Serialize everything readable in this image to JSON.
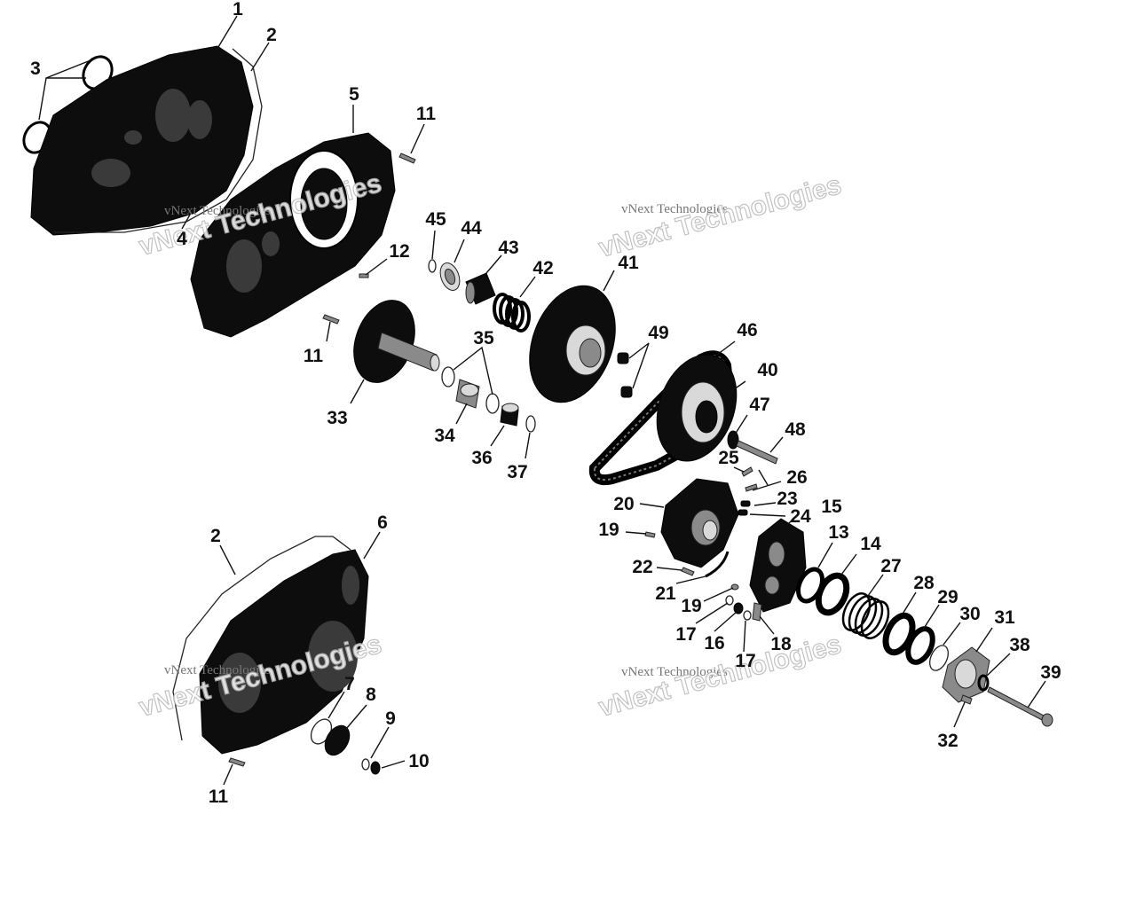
{
  "watermarks": [
    {
      "small": "vNext Technologies",
      "big": "vNext Technologies"
    },
    {
      "small": "vNext Technologies",
      "big": "vNext Technologies"
    },
    {
      "small": "vNext Technologies",
      "big": "vNext Technologies"
    },
    {
      "small": "vNext Technologies",
      "big": "vNext Technologies"
    }
  ],
  "callouts": {
    "c1": "1",
    "c2a": "2",
    "c2b": "2",
    "c3": "3",
    "c4": "4",
    "c5": "5",
    "c6": "6",
    "c7": "7",
    "c8": "8",
    "c9": "9",
    "c10": "10",
    "c11a": "11",
    "c11b": "11",
    "c11c": "11",
    "c12": "12",
    "c13": "13",
    "c14": "14",
    "c15": "15",
    "c16": "16",
    "c17a": "17",
    "c17b": "17",
    "c18": "18",
    "c19a": "19",
    "c19b": "19",
    "c20": "20",
    "c21": "21",
    "c22": "22",
    "c23": "23",
    "c24": "24",
    "c25": "25",
    "c26": "26",
    "c27": "27",
    "c28": "28",
    "c29": "29",
    "c30": "30",
    "c31": "31",
    "c32": "32",
    "c33": "33",
    "c34": "34",
    "c35": "35",
    "c36": "36",
    "c37": "37",
    "c38": "38",
    "c39": "39",
    "c40": "40",
    "c41": "41",
    "c42": "42",
    "c43": "43",
    "c44": "44",
    "c45": "45",
    "c46": "46",
    "c47": "47",
    "c48": "48",
    "c49": "49"
  },
  "colors": {
    "ink": "#111111",
    "part": "#0d0d0d",
    "watermark": "#b8b8b8"
  }
}
